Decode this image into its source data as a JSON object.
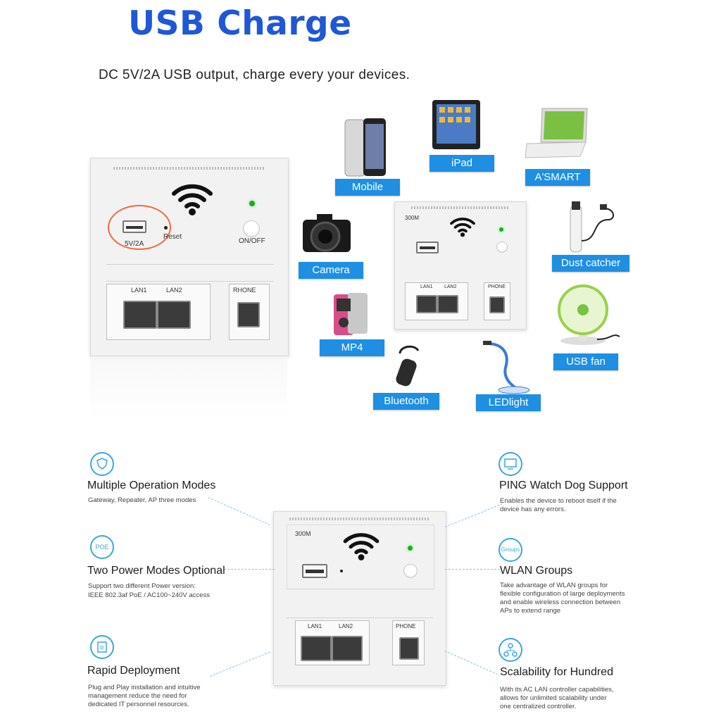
{
  "header": {
    "title": "USB Charge",
    "subtitle": "DC 5V/2A USB output, charge every your devices."
  },
  "main_panel": {
    "usb_label": "5V/2A",
    "reset_label": "Reset",
    "power_label": "ON/OFF",
    "lan1": "LAN1",
    "lan2": "LAN2",
    "phone": "RHONE"
  },
  "mid_panel": {
    "model": "300M",
    "lan1": "LAN1",
    "lan2": "LAN2",
    "phone": "PHONE"
  },
  "devices": {
    "mobile": "Mobile",
    "ipad": "iPad",
    "asmart": "A'SMART",
    "camera": "Camera",
    "dust": "Dust catcher",
    "mp4": "MP4",
    "usbfan": "USB fan",
    "bluetooth": "Bluetooth",
    "ledlight": "LEDlight"
  },
  "bottom_panel": {
    "model": "300M",
    "lan1": "LAN1",
    "lan2": "LAN2",
    "phone": "PHONE"
  },
  "features": {
    "f1": {
      "title": "Multiple Operation Modes",
      "desc": "Gateway, Repeater, AP three modes"
    },
    "f2": {
      "icon": "POE",
      "title": "Two Power Modes Optional",
      "desc1": "Support two different Power version:",
      "desc2": "IEEE 802.3af PoE  /  AC100~240V access"
    },
    "f3": {
      "title": "Rapid Deployment",
      "desc1": "Plug and Play installation and intuitive",
      "desc2": "management reduce the need for",
      "desc3": "dedicated IT personnel resources."
    },
    "f4": {
      "title": "PING Watch Dog Support",
      "desc1": "Enables the device to reboot itself if the",
      "desc2": "device has any errors."
    },
    "f5": {
      "icon": "Groups",
      "title": "WLAN Groups",
      "desc1": "Take advantage of WLAN groups for",
      "desc2": "flexible configuration of large deployments",
      "desc3": "and enable wireless connection between",
      "desc4": "APs to extend range"
    },
    "f6": {
      "title": "Scalability for Hundred",
      "desc1": "With its AC LAN controller capabilities,",
      "desc2": "allows for unlimited scalability under",
      "desc3": "one centralized controller."
    }
  },
  "colors": {
    "title_blue": "#1f57d6",
    "tag_blue": "#1e8fe3",
    "icon_blue": "#3aa7dc",
    "highlight": "#f26a3d"
  }
}
